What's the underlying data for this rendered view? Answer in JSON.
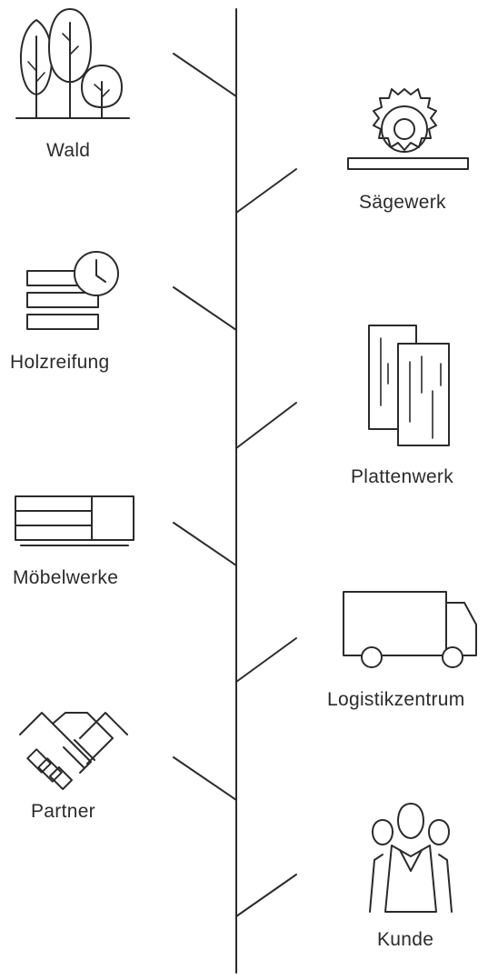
{
  "stages": [
    {
      "label": "Wald",
      "icon": "forest-icon",
      "side": "left"
    },
    {
      "label": "Sägewerk",
      "icon": "sawblade-icon",
      "side": "right"
    },
    {
      "label": "Holzreifung",
      "icon": "timber-drying-clock-icon",
      "side": "left"
    },
    {
      "label": "Plattenwerk",
      "icon": "wood-panels-icon",
      "side": "right"
    },
    {
      "label": "Möbelwerke",
      "icon": "cabinet-icon",
      "side": "left"
    },
    {
      "label": "Logistikzentrum",
      "icon": "truck-icon",
      "side": "right"
    },
    {
      "label": "Partner",
      "icon": "handshake-icon",
      "side": "left"
    },
    {
      "label": "Kunde",
      "icon": "people-icon",
      "side": "right"
    }
  ],
  "colors": {
    "line": "#2b2b2b",
    "background": "#ffffff"
  }
}
